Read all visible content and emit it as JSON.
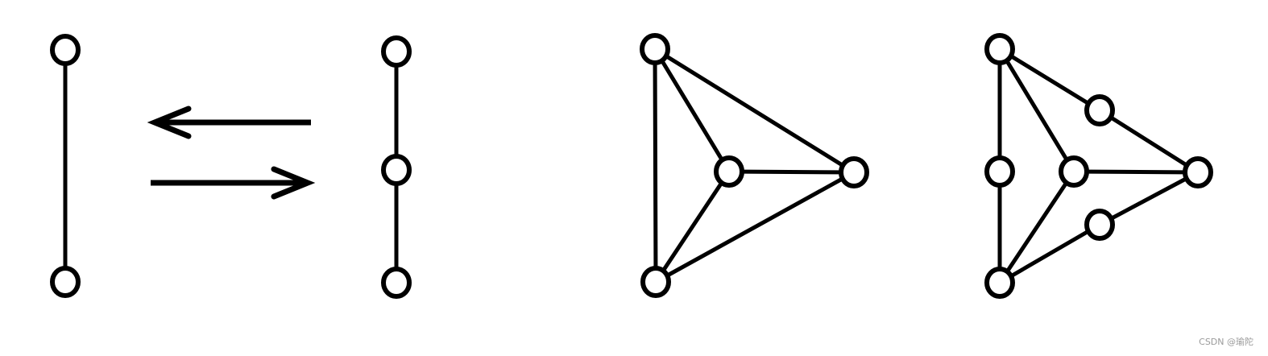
{
  "diagram": {
    "stroke_color": "#000000",
    "background_color": "#ffffff",
    "panels": [
      {
        "name": "single-edge",
        "nodes": [
          {
            "id": "a"
          },
          {
            "id": "b"
          }
        ],
        "edges": [
          [
            "a",
            "b"
          ]
        ]
      },
      {
        "name": "bidirectional-arrows",
        "arrows": [
          {
            "direction": "left"
          },
          {
            "direction": "right"
          }
        ]
      },
      {
        "name": "subdivided-edge",
        "nodes": [
          {
            "id": "a"
          },
          {
            "id": "m"
          },
          {
            "id": "b"
          }
        ],
        "edges": [
          [
            "a",
            "m"
          ],
          [
            "m",
            "b"
          ]
        ]
      },
      {
        "name": "k4-graph",
        "nodes": [
          {
            "id": "top"
          },
          {
            "id": "center"
          },
          {
            "id": "right"
          },
          {
            "id": "bottom"
          }
        ],
        "edges": [
          [
            "top",
            "bottom"
          ],
          [
            "top",
            "right"
          ],
          [
            "top",
            "center"
          ],
          [
            "center",
            "right"
          ],
          [
            "center",
            "bottom"
          ],
          [
            "bottom",
            "right"
          ]
        ]
      },
      {
        "name": "subdivided-k4-graph",
        "nodes": [
          {
            "id": "top"
          },
          {
            "id": "upper-mid"
          },
          {
            "id": "left-mid"
          },
          {
            "id": "center"
          },
          {
            "id": "right"
          },
          {
            "id": "lower-mid"
          },
          {
            "id": "bottom"
          }
        ],
        "edges": [
          [
            "top",
            "left-mid"
          ],
          [
            "left-mid",
            "bottom"
          ],
          [
            "top",
            "upper-mid"
          ],
          [
            "upper-mid",
            "right"
          ],
          [
            "top",
            "center"
          ],
          [
            "center",
            "right"
          ],
          [
            "center",
            "bottom"
          ],
          [
            "bottom",
            "lower-mid"
          ],
          [
            "lower-mid",
            "right"
          ]
        ]
      }
    ]
  },
  "watermark": "CSDN @瑜陀"
}
